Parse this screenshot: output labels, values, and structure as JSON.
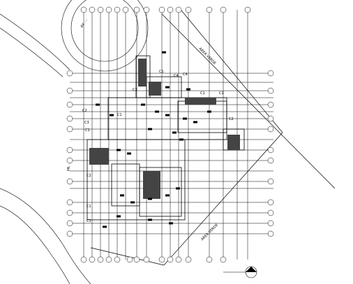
{
  "drawing": {
    "labels": {
      "area_verde_top": "AREA VERDE",
      "area_verde_bottom": "AREA VERDE",
      "left_vertical": "AV. ...",
      "side_1": "PA. ..."
    },
    "column_tags": [
      "C1",
      "C2",
      "C3",
      "C4",
      "C1",
      "C2",
      "C1",
      "C3",
      "C4",
      "C1",
      "C2",
      "C1",
      "C1",
      "C1"
    ],
    "top_grid_bubbles": [
      "",
      "",
      "",
      "",
      "",
      "",
      "",
      "",
      "",
      "",
      "",
      "",
      "",
      "",
      "",
      "",
      "",
      "",
      ""
    ],
    "bottom_grid_bubbles": [
      "",
      "",
      "",
      "",
      "",
      "",
      "",
      "",
      "",
      "",
      "",
      "",
      "",
      ""
    ],
    "left_grid_bubbles": [
      "",
      "",
      "",
      "",
      "",
      "",
      "",
      "",
      "",
      "",
      "",
      ""
    ],
    "right_grid_bubbles": [
      "",
      "",
      "",
      "",
      "",
      "",
      "",
      "",
      "",
      "",
      "",
      ""
    ]
  }
}
